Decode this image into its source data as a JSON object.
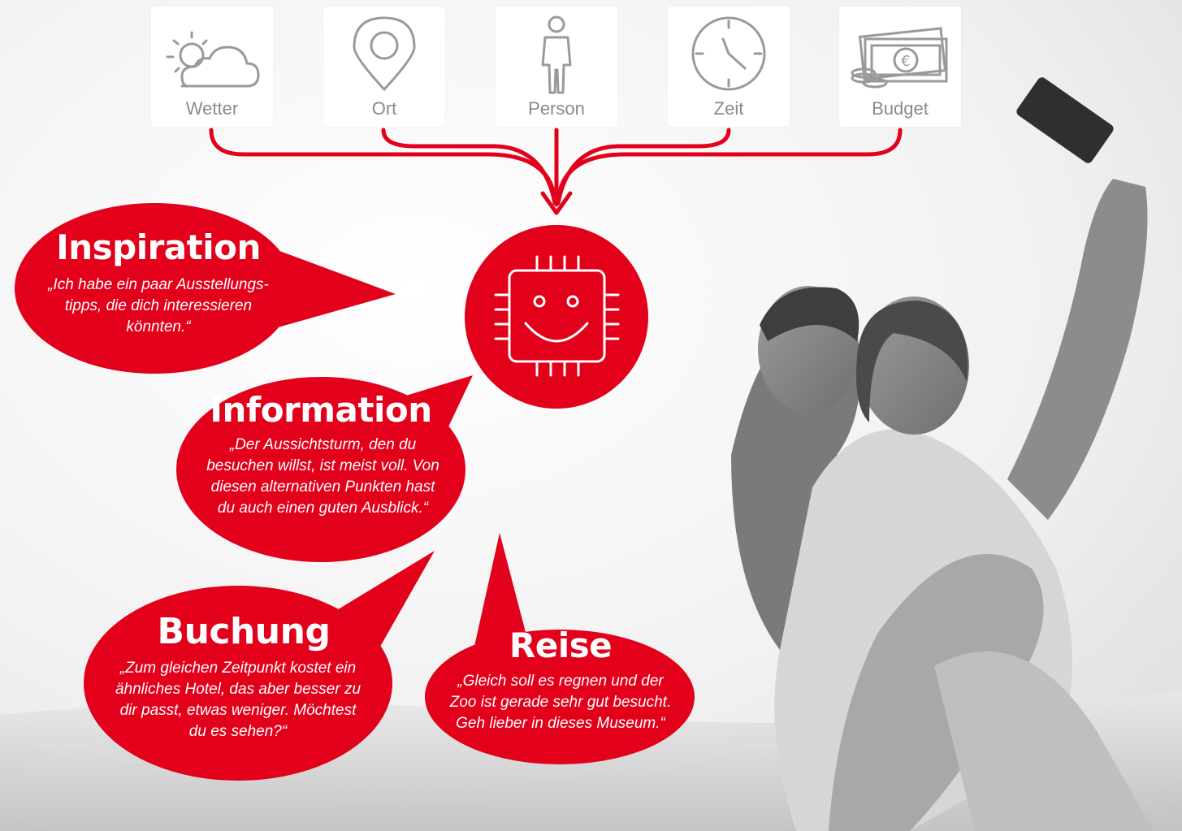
{
  "colors": {
    "accent": "#e2001a",
    "card": "#ffffff",
    "icon": "#9a9a9a",
    "background": "#f3f3f3"
  },
  "factors": [
    {
      "label": "Wetter",
      "icon": "weather-icon"
    },
    {
      "label": "Ort",
      "icon": "location-pin-icon"
    },
    {
      "label": "Person",
      "icon": "person-icon"
    },
    {
      "label": "Zeit",
      "icon": "clock-icon"
    },
    {
      "label": "Budget",
      "icon": "money-icon"
    }
  ],
  "center": {
    "icon": "smiling-chip-icon"
  },
  "bubbles": {
    "inspiration": {
      "title": "Inspiration",
      "quote": [
        "„Ich habe ein paar Ausstellungs-",
        "tipps, die dich interessieren",
        "könnten.“"
      ]
    },
    "information": {
      "title": "Information",
      "quote": [
        "„Der Aussichtsturm, den du",
        "besuchen willst, ist meist voll. Von",
        "diesen alternativen Punkten hast",
        "du auch einen guten Ausblick.“"
      ]
    },
    "buchung": {
      "title": "Buchung",
      "quote": [
        "„Zum gleichen Zeitpunkt kostet ein",
        "ähnliches Hotel, das aber besser zu",
        "dir passt, etwas weniger. Möchtest",
        "du es sehen?“"
      ]
    },
    "reise": {
      "title": "Reise",
      "quote": [
        "„Gleich soll es regnen und der",
        "Zoo ist gerade sehr gut besucht.",
        "Geh lieber in dieses Museum.“"
      ]
    }
  }
}
